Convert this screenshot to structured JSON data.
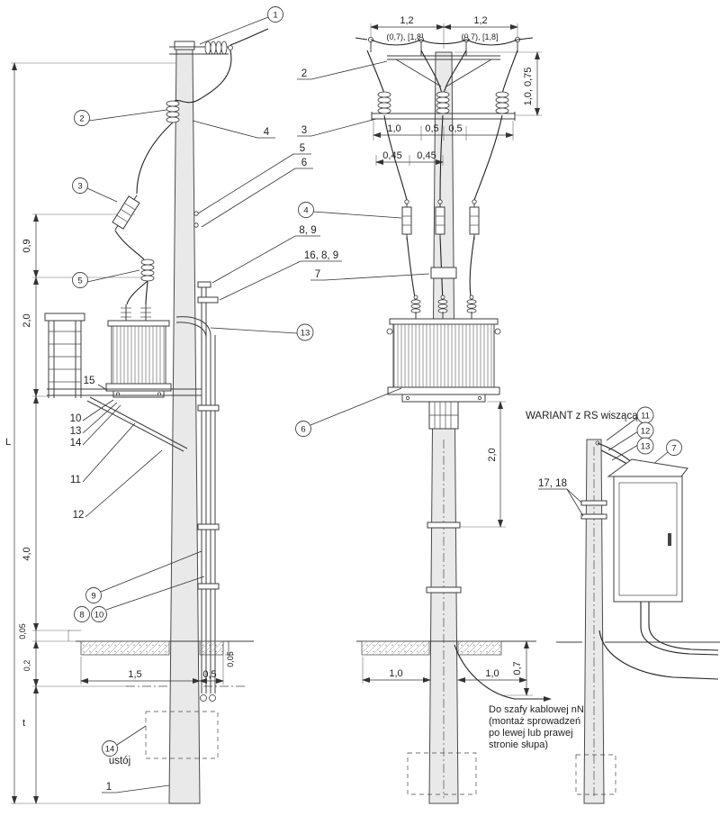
{
  "side_view": {
    "callouts": {
      "c1": "1",
      "c2": "2",
      "c3": "3",
      "c5": "5",
      "c13": "13",
      "c9": "9",
      "c8": "8",
      "c10": "10",
      "c14": "14"
    },
    "labels": {
      "l4": "4",
      "l5": "5",
      "l6": "6",
      "l8_9": "8, 9",
      "l16_8_9": "16, 8, 9",
      "l15": "15",
      "l10": "10",
      "l13": "13",
      "l14": "14",
      "l11": "11",
      "l12": "12",
      "l1": "1",
      "ustoj": "ustój"
    },
    "dims": {
      "h09": "0,9",
      "h20": "2,0",
      "h40": "4,0",
      "L": "L",
      "t": "t",
      "s005_top": "0,05",
      "s02": "0,2",
      "w15": "1,5",
      "w05": "0,5",
      "s005_right": "0,05"
    }
  },
  "front_view": {
    "callouts": {
      "c4": "4",
      "c6": "6"
    },
    "labels": {
      "l2": "2",
      "l3": "3",
      "l7": "7"
    },
    "dims": {
      "top_left": "1,2",
      "top_right": "1,2",
      "alt_left": "(0,7), [1,8]",
      "alt_right": "(0,7), [1,8]",
      "right_v": "1,0, 0,75",
      "cross_10": "1,0",
      "cross_05a": "0,5",
      "cross_05b": "0,5",
      "arr_045a": "0,45",
      "arr_045b": "0,45",
      "below_20": "2,0",
      "gnd_10a": "1,0",
      "gnd_10b": "1,0",
      "gnd_07": "0,7"
    },
    "note": {
      "line1": "Do szafy kablowej nN",
      "line2": "(montaż sprowadzeń",
      "line3": "po lewej lub prawej",
      "line4": "stronie słupa)"
    }
  },
  "variant_view": {
    "title": "WARIANT z RS wiszącą",
    "callouts": {
      "c11": "11",
      "c12": "12",
      "c13": "13",
      "c7": "7"
    },
    "labels": {
      "l17_18": "17, 18"
    }
  }
}
